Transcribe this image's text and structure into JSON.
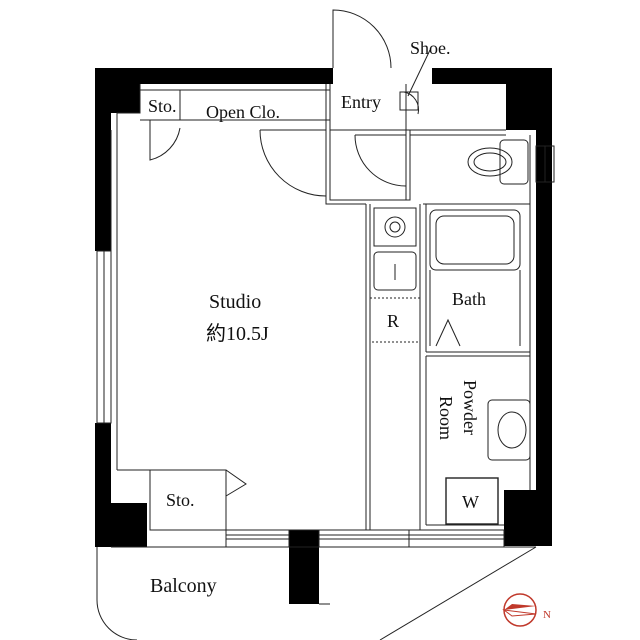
{
  "colors": {
    "wall": "#000000",
    "line": "#222222",
    "background": "#ffffff",
    "compass_accent": "#c0392b"
  },
  "labels": {
    "shoe": "Shoe.",
    "storage_top": "Sto.",
    "open_closet": "Open Clo.",
    "entry": "Entry",
    "studio": "Studio",
    "studio_area": "約10.5J",
    "refrigerator": "R",
    "bath": "Bath",
    "powder_room_line1": "Powder",
    "powder_room_line2": "Room",
    "washer": "W",
    "storage_bottom": "Sto.",
    "balcony": "Balcony",
    "north": "N"
  },
  "icons": {
    "compass": "north-arrow-icon",
    "toilet": "toilet-icon",
    "sink": "sink-icon",
    "bathtub": "bathtub-icon",
    "stove": "stove-icon",
    "washbasin": "washbasin-icon"
  }
}
